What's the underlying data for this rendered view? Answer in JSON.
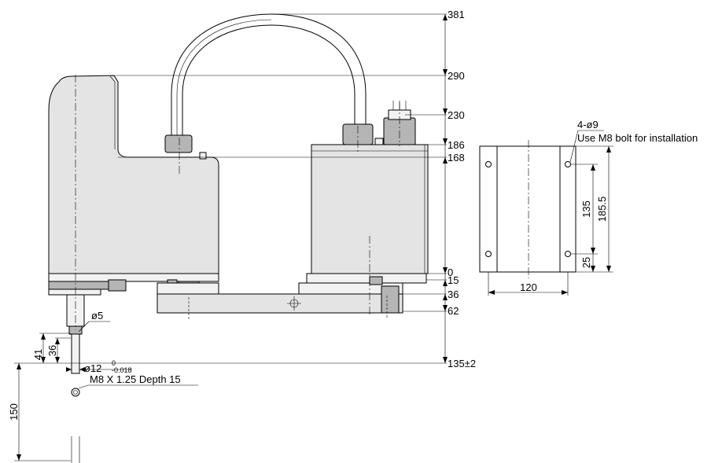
{
  "heights": {
    "h381": "381",
    "h290": "290",
    "h230": "230",
    "h186": "186",
    "h168": "168",
    "h0": "0",
    "h15": "15",
    "h36": "36",
    "h62": "62",
    "h135": "135±2"
  },
  "shaft": {
    "dia5": "ø5",
    "dia12": "ø12",
    "tol_upper": "0",
    "tol_lower": "-0.018",
    "dim41": "41",
    "dim36": "36",
    "dim150": "150",
    "thread": "M8 X 1.25  Depth 15"
  },
  "base_view": {
    "holes": "4-ø9",
    "bolt_note": "Use M8 bolt for installation",
    "dim120": "120",
    "dim135": "135",
    "dim185": "185.5",
    "dim25": "25"
  }
}
